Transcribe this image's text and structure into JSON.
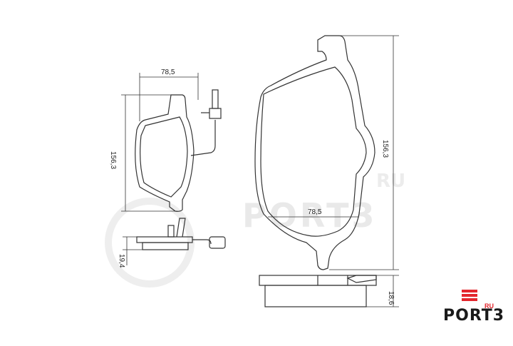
{
  "dimensions": {
    "small_width": "78,5",
    "small_height": "156,3",
    "small_thickness": "19,4",
    "large_width": "78,5",
    "large_height": "156,3",
    "large_thickness": "18,6"
  },
  "watermark": {
    "ru_text": "RU",
    "brand_text": "PORT3"
  },
  "logo": {
    "brand": "PORT3",
    "tld": "RU",
    "accent_color": "#e3262d"
  }
}
